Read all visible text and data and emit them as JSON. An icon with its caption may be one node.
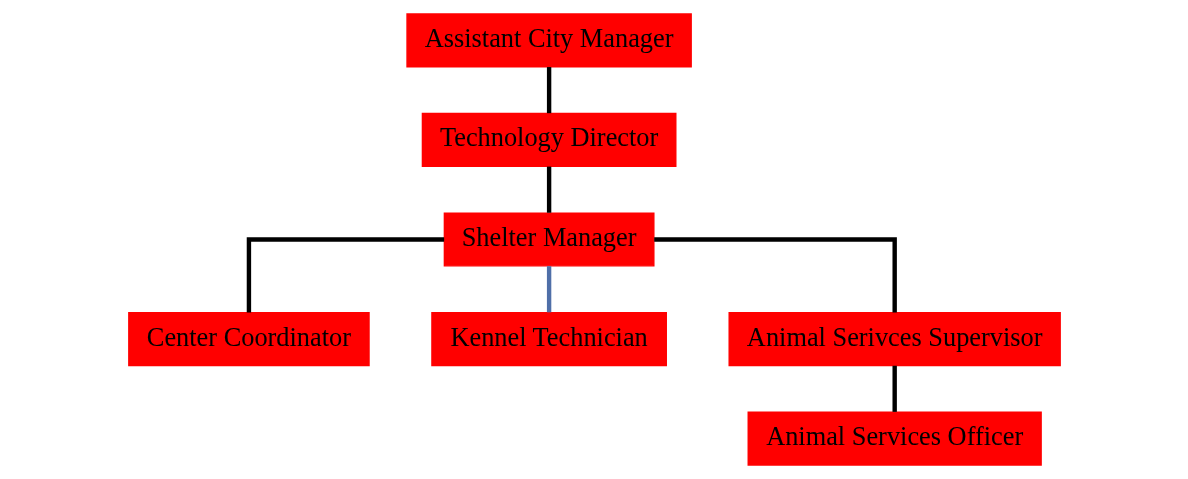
{
  "diagram": {
    "nodes": [
      {
        "text": [
          "Assistant City Manager"
        ]
      },
      {
        "text": [
          "Technology Director"
        ]
      },
      {
        "text": [
          "Shelter Manager"
        ]
      },
      {
        "text": [
          "Center Coordinator"
        ]
      },
      {
        "text": [
          "Kennel Technician"
        ]
      },
      {
        "text": [
          "Animal Serivces Supervisor"
        ]
      },
      {
        "text": [
          "Animal Services Officer"
        ]
      }
    ],
    "edges": [
      {
        "from": 0,
        "to": 1,
        "arrow": "none"
      },
      {
        "from": 1,
        "to": 2,
        "arrow": "none"
      },
      {
        "from": 2,
        "to": 3,
        "arrow": "none"
      },
      {
        "from": 2,
        "to": 4,
        "arrow": "none",
        "color": "#4f6fa8"
      },
      {
        "from": 2,
        "to": 5,
        "arrow": "none"
      },
      {
        "from": 5,
        "to": 6,
        "arrow": "none"
      }
    ]
  }
}
